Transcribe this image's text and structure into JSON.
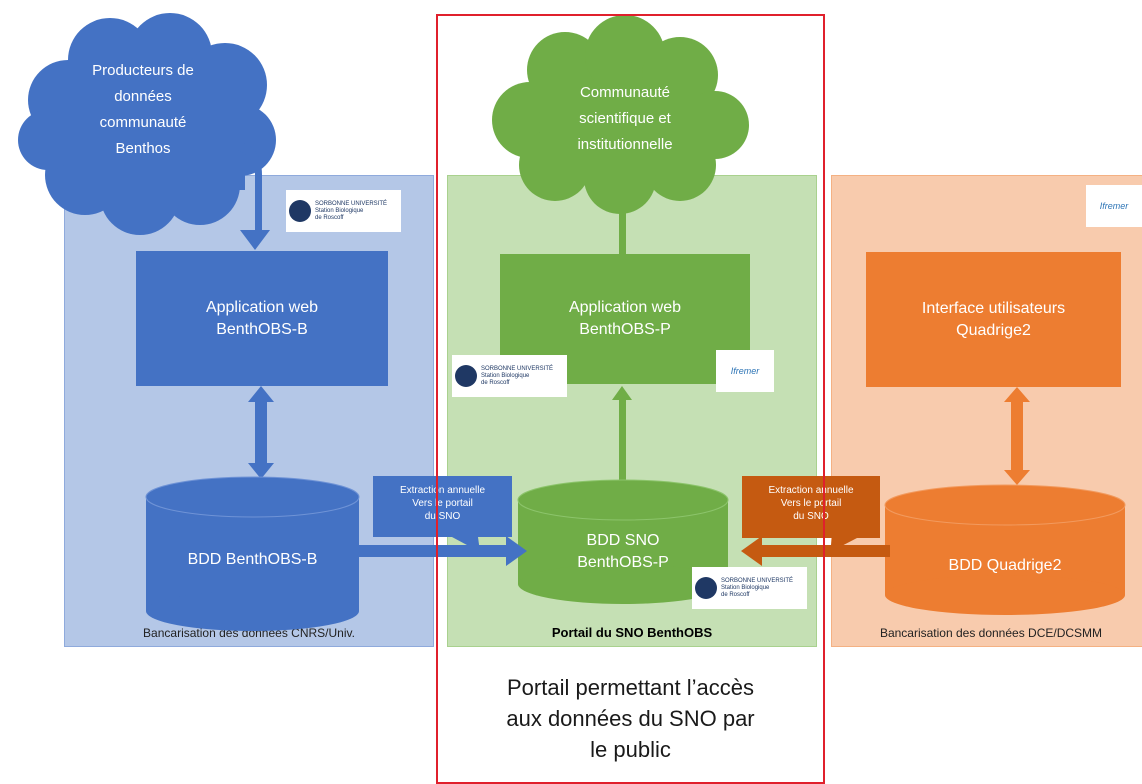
{
  "clouds": {
    "producers": "Producteurs de\ndonnées\ncommunauté\nBenthos",
    "community": "Communauté\nscientifique et\ninstitutionnelle"
  },
  "panels": {
    "cnrs_caption": "Bancarisation des données CNRS/Univ.",
    "sno_caption": "Portail du SNO BenthOBS",
    "dce_caption": "Bancarisation des données DCE/DCSMM"
  },
  "boxes": {
    "app_b": "Application web\nBenthOBS-B",
    "app_p": "Application web\nBenthOBS-P",
    "quadrige_ui": "Interface utilisateurs\nQuadrige2"
  },
  "databases": {
    "bdd_b": "BDD BenthOBS-B",
    "bdd_sno": "BDD SNO\nBenthOBS-P",
    "bdd_quadrige": "BDD Quadrige2"
  },
  "callouts": {
    "left": "Extraction annuelle\nVers le portail\ndu SNO",
    "right": "Extraction annuelle\nVers le portail\ndu SNO"
  },
  "logos": {
    "sbr_text": "SORBONNE UNIVERSITÉ\nStation Biologique\nde Roscoff",
    "ifremer_text": "Ifremer"
  },
  "public_portal_text": "Portail permettant l’accès\naux données du SNO par\nle public",
  "colors": {
    "blue": "#4472c4",
    "green": "#70ad47",
    "orange": "#ed7d31",
    "red_frame": "#e0202c"
  }
}
